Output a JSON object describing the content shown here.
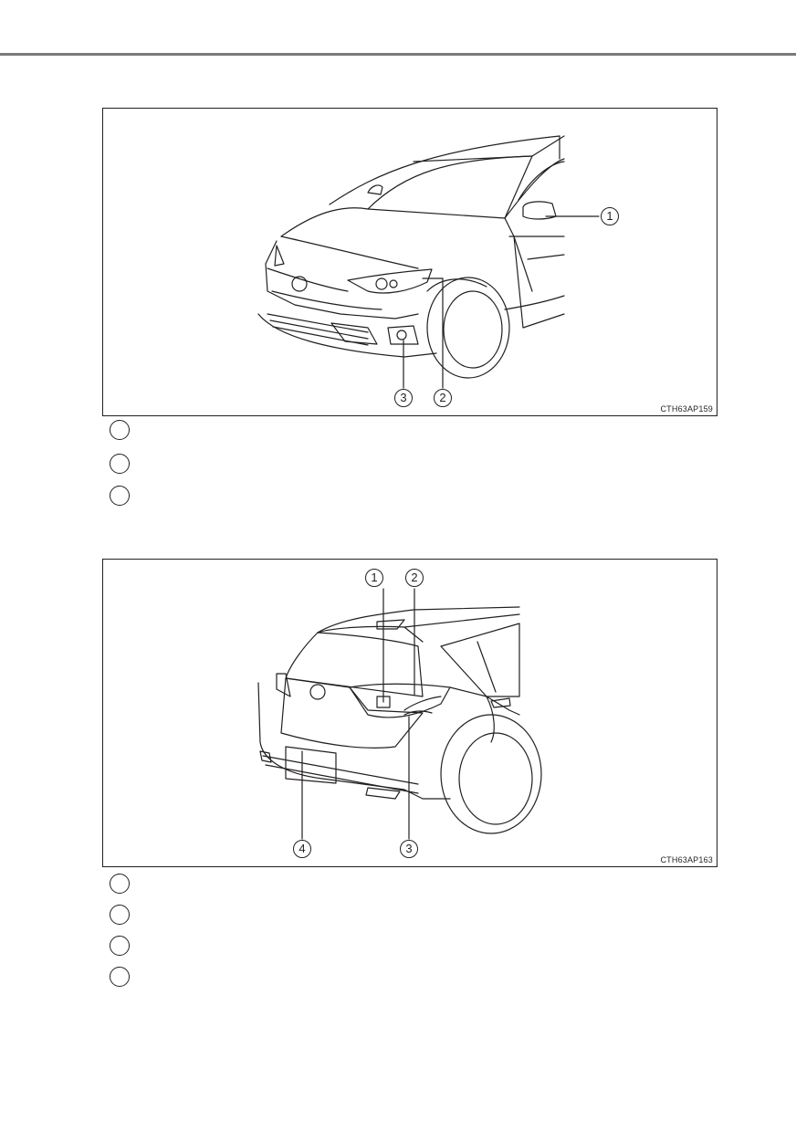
{
  "figure_front": {
    "code": "CTH63AP159",
    "callouts": [
      "1",
      "2",
      "3"
    ]
  },
  "figure_rear": {
    "code": "CTH63AP163",
    "callouts": [
      "1",
      "2",
      "3",
      "4"
    ]
  },
  "legend_front_count": 3,
  "legend_rear_count": 4
}
